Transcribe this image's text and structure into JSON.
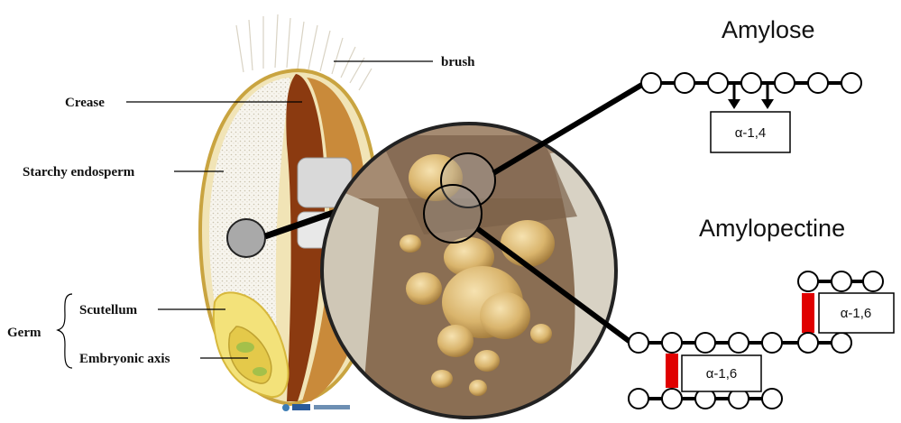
{
  "grain_labels": {
    "brush": "brush",
    "crease": "Crease",
    "starchy_endosperm": "Starchy endosperm",
    "germ": "Germ",
    "scutellum": "Scutellum",
    "embryonic_axis": "Embryonic axis"
  },
  "amylose": {
    "title": "Amylose",
    "bond": "α-1,4"
  },
  "amylopectine": {
    "title": "Amylopectine",
    "branch_bond_upper": "α-1,6",
    "branch_bond_lower": "α-1,6"
  },
  "colors": {
    "branch_link": "#e00000",
    "chain": "#000000",
    "grain_crease": "#8b3a10",
    "germ": "#f3e27a"
  }
}
